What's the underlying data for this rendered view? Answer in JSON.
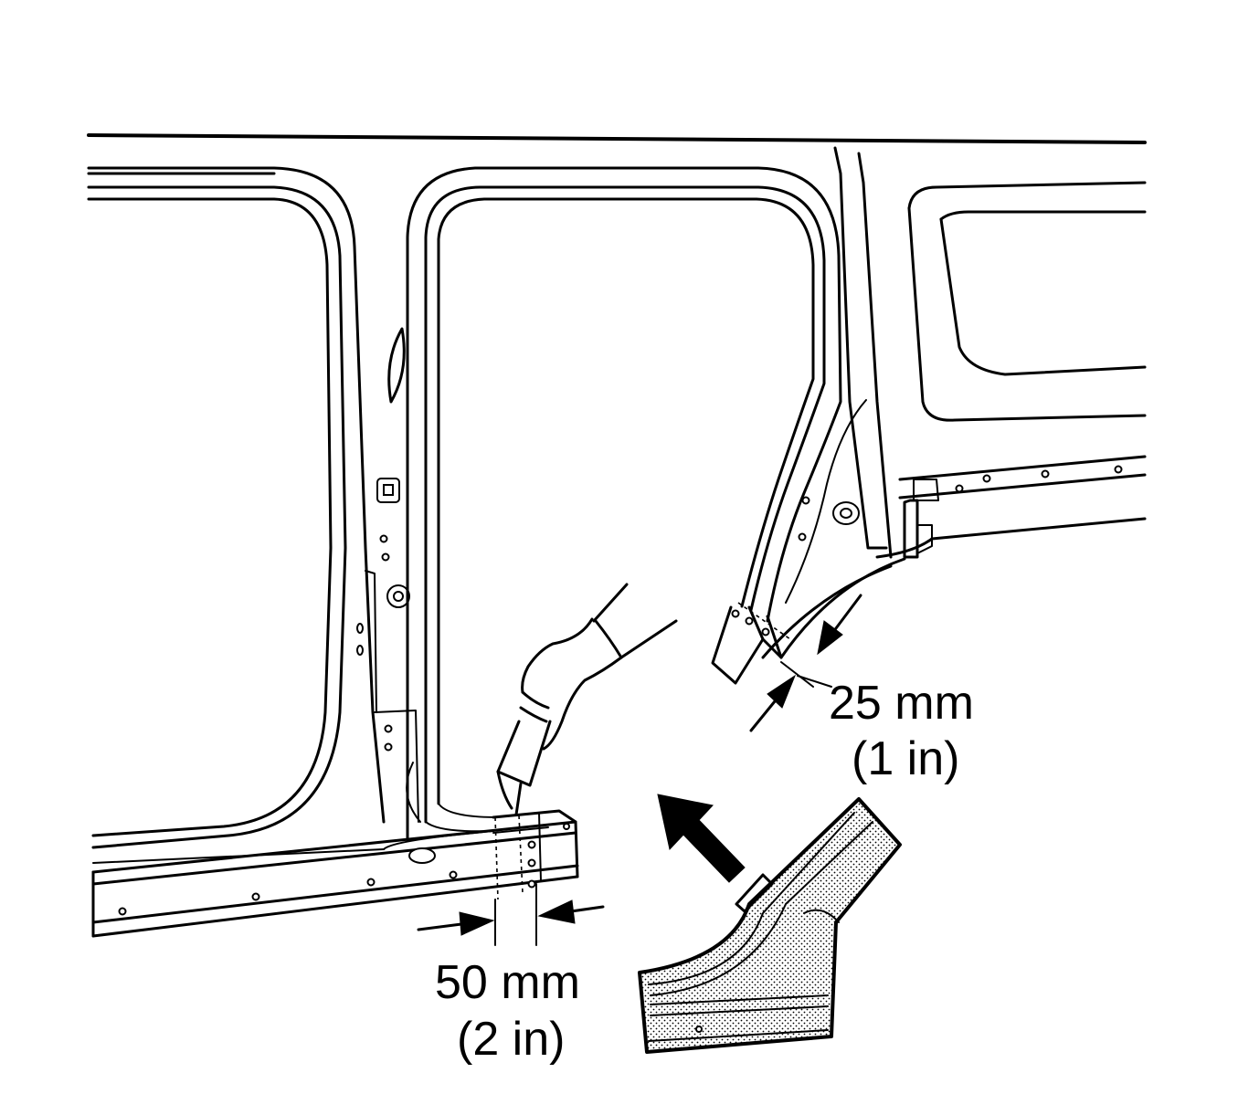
{
  "labels": {
    "measure_1_mm": "25 mm",
    "measure_1_in": "(1 in)",
    "measure_2_mm": "50 mm",
    "measure_2_in": "(2 in)"
  },
  "colors": {
    "line": "#000000",
    "background": "#ffffff",
    "stipple": "#000000"
  }
}
